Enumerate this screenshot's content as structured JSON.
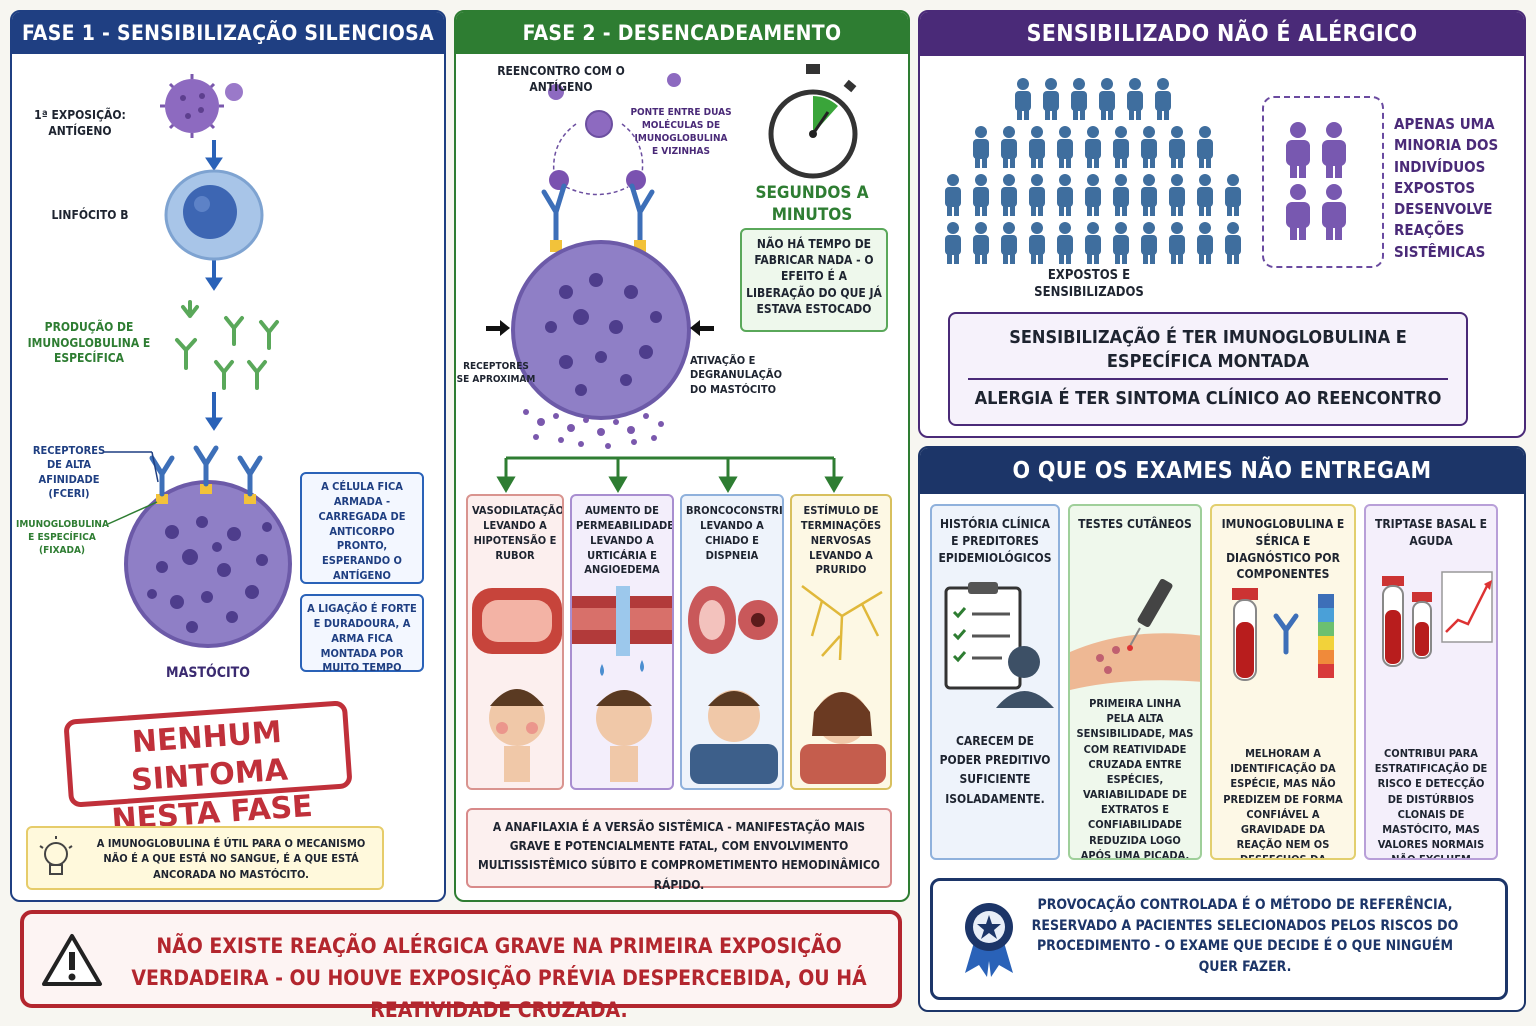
{
  "colors": {
    "blue": "#1f3f82",
    "green": "#2e7d32",
    "purple": "#4a2a78",
    "navy": "#1c3568",
    "red": "#b3262e",
    "mast": "#8f7fc6",
    "figure": "#3f6e9e"
  },
  "phase1": {
    "title": "FASE 1 - SENSIBILIZAÇÃO SILENCIOSA",
    "exposure": "1ª EXPOSIÇÃO: ANTÍGENO",
    "lymphocyte": "LINFÓCITO B",
    "production": "PRODUÇÃO DE IMUNOGLOBULINA E ESPECÍFICA",
    "receptors": "RECEPTORES DE ALTA AFINIDADE (FcεRI)",
    "ige_fixed": "IMUNOGLOBULINA E ESPECÍFICA (FIXADA)",
    "mastocyte": "MASTÓCITO",
    "note_armed": "A CÉLULA FICA ARMADA - CARREGADA DE ANTICORPO PRONTO, ESPERANDO O ANTÍGENO",
    "note_bond": "A LIGAÇÃO É FORTE E DURADOURA, A ARMA FICA MONTADA POR MUITO TEMPO",
    "stamp": "NENHUM SINTOMA NESTA FASE",
    "tip": "A IMUNOGLOBULINA É ÚTIL PARA O MECANISMO NÃO É A QUE ESTÁ NO SANGUE, É A QUE ESTÁ ANCORADA NO MASTÓCITO."
  },
  "phase2": {
    "title": "FASE 2 - DESENCADEAMENTO",
    "reencounter": "REENCONTRO COM O ANTÍGENO",
    "bridge": "PONTE ENTRE DUAS MOLÉCULAS DE IMUNOGLOBULINA E VIZINHAS",
    "time": "SEGUNDOS A MINUTOS",
    "time_note": "NÃO HÁ TEMPO DE FABRICAR NADA - O EFEITO É A LIBERAÇÃO DO QUE JÁ ESTAVA ESTOCADO",
    "receptors_approach": "RECEPTORES SE APROXIMAM",
    "activation": "ATIVAÇÃO E DEGRANULAÇÃO DO MASTÓCITO",
    "effects": [
      "VASODILATAÇÃO LEVANDO A HIPOTENSÃO E RUBOR",
      "AUMENTO DE PERMEABILIDADE LEVANDO A URTICÁRIA E ANGIOEDEMA",
      "BRONCOCONSTRIÇÃO LEVANDO A CHIADO E DISPNEIA",
      "ESTÍMULO DE TERMINAÇÕES NERVOSAS LEVANDO A PRURIDO"
    ],
    "anaphylaxis": "A ANAFILAXIA É A VERSÃO SISTÊMICA - MANIFESTAÇÃO MAIS GRAVE E POTENCIALMENTE FATAL, COM ENVOLVIMENTO MULTISSISTÊMICO SÚBITO E COMPROMETIMENTO HEMODINÂMICO RÁPIDO."
  },
  "warning": {
    "text": "NÃO EXISTE REAÇÃO ALÉRGICA GRAVE NA PRIMEIRA EXPOSIÇÃO VERDADEIRA - OU HOUVE EXPOSIÇÃO PRÉVIA DESPERCEBIDA, OU HÁ REATIVIDADE CRUZADA."
  },
  "sensitized": {
    "title": "SENSIBILIZADO NÃO É ALÉRGICO",
    "exposed": "EXPOSTOS E SENSIBILIZADOS",
    "minority": "APENAS UMA MINORIA DOS INDIVÍDUOS EXPOSTOS DESENVOLVE REAÇÕES SISTÊMICAS",
    "def1": "SENSIBILIZAÇÃO É TER IMUNOGLOBULINA E ESPECÍFICA MONTADA",
    "def2": "ALERGIA É TER SINTOMA CLÍNICO AO REENCONTRO"
  },
  "exams": {
    "title": "O QUE OS EXAMES NÃO ENTREGAM",
    "cards": [
      {
        "title": "HISTÓRIA CLÍNICA E PREDITORES EPIDEMIOLÓGICOS",
        "text": "CARECEM DE PODER PREDITIVO SUFICIENTE ISOLADAMENTE."
      },
      {
        "title": "TESTES CUTÂNEOS",
        "text": "PRIMEIRA LINHA PELA ALTA SENSIBILIDADE, MAS COM REATIVIDADE CRUZADA ENTRE ESPÉCIES, VARIABILIDADE DE EXTRATOS E CONFIABILIDADE REDUZIDA LOGO APÓS UMA PICADA."
      },
      {
        "title": "IMUNOGLOBULINA E SÉRICA E DIAGNÓSTICO POR COMPONENTES",
        "text": "MELHORAM A IDENTIFICAÇÃO DA ESPÉCIE, MAS NÃO PREDIZEM DE FORMA CONFIÁVEL A GRAVIDADE DA REAÇÃO NEM OS DESFECHOS DA IMUNOTERAPIA."
      },
      {
        "title": "TRIPTASE BASAL E AGUDA",
        "text": "CONTRIBUI PARA ESTRATIFICAÇÃO DE RISCO E DETECÇÃO DE DISTÚRBIOS CLONAIS DE MASTÓCITO, MAS VALORES NORMAIS NÃO EXCLUEM REAÇÕES GRAVES."
      }
    ],
    "provocation": "PROVOCAÇÃO CONTROLADA É O MÉTODO DE REFERÊNCIA, RESERVADO A PACIENTES SELECIONADOS PELOS RISCOS DO PROCEDIMENTO - O EXAME QUE DECIDE É O QUE NINGUÉM QUER FAZER."
  }
}
